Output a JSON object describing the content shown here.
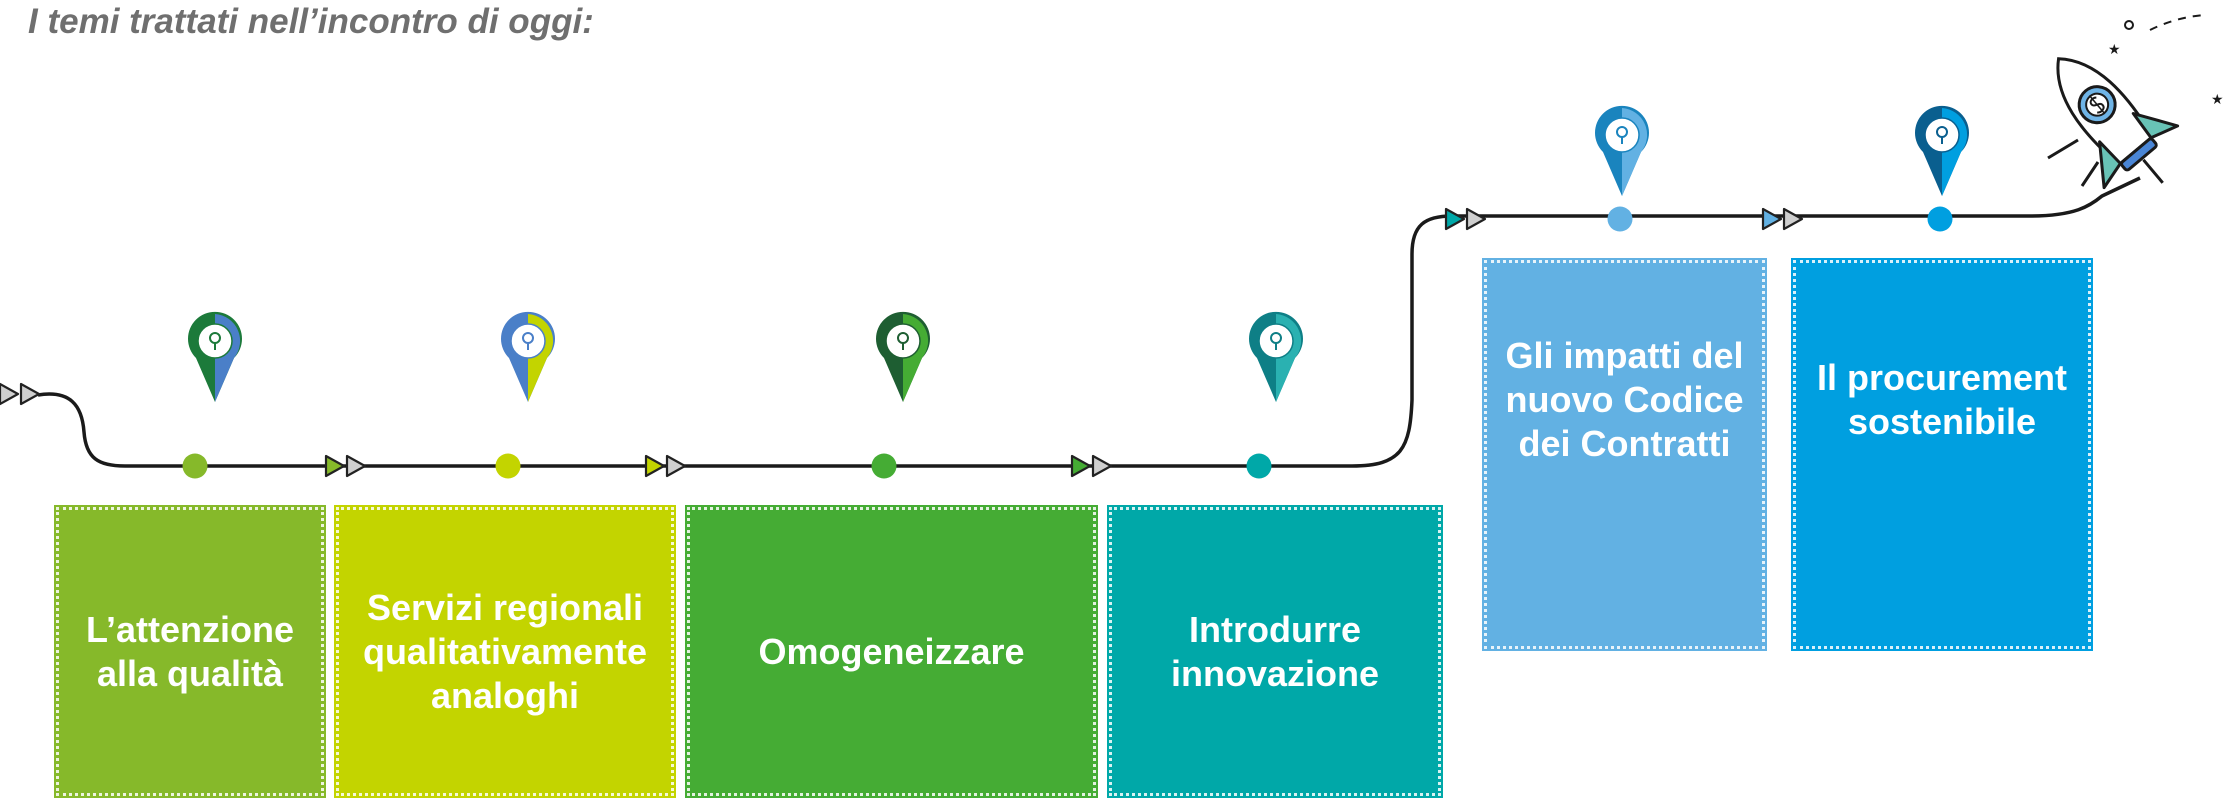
{
  "heading": "I temi trattati nell’incontro di oggi:",
  "colors": {
    "line": "#1a1a1a",
    "arrow_outline": "#222222",
    "arrow_grey": "#cfcfcf"
  },
  "milestones": [
    {
      "label": "L’attenzione\nalla qualità",
      "box_color": "#86b92a",
      "dot_color": "#86b92a",
      "pin_colors": [
        "#1c7a3a",
        "#4a7fc8"
      ]
    },
    {
      "label": "Servizi regionali\nqualitativamente\nanaloghi",
      "box_color": "#c3d400",
      "dot_color": "#c3d400",
      "pin_colors": [
        "#4a7fc8",
        "#c3d400"
      ]
    },
    {
      "label": "Omogeneizzare",
      "box_color": "#45ac34",
      "dot_color": "#45ac34",
      "pin_colors": [
        "#1e5e32",
        "#45ac34"
      ]
    },
    {
      "label": "Introdurre\ninnovazione",
      "box_color": "#00a8a8",
      "dot_color": "#00a8a8",
      "pin_colors": [
        "#0e7f86",
        "#2ab1b1"
      ]
    },
    {
      "label": "Gli impatti del\nnuovo Codice\ndei Contratti",
      "box_color": "#62b1e3",
      "dot_color": "#62b1e3",
      "pin_colors": [
        "#1a84be",
        "#62b1e3"
      ]
    },
    {
      "label": "Il procurement\nsostenibile",
      "box_color": "#009fe0",
      "dot_color": "#009fe0",
      "pin_colors": [
        "#0a5f8f",
        "#009fe0"
      ]
    }
  ],
  "arrows": [
    {
      "fill": "#cfcfcf"
    },
    {
      "fill": "#86b92a"
    },
    {
      "fill": "#c3d400"
    },
    {
      "fill": "#45ac34"
    },
    {
      "fill": "#00a8a8"
    },
    {
      "fill": "#62b1e3"
    }
  ],
  "icons": [
    "rocket-icon",
    "dollar-icon",
    "location-pin-icon",
    "double-arrow-icon",
    "star-icon"
  ]
}
